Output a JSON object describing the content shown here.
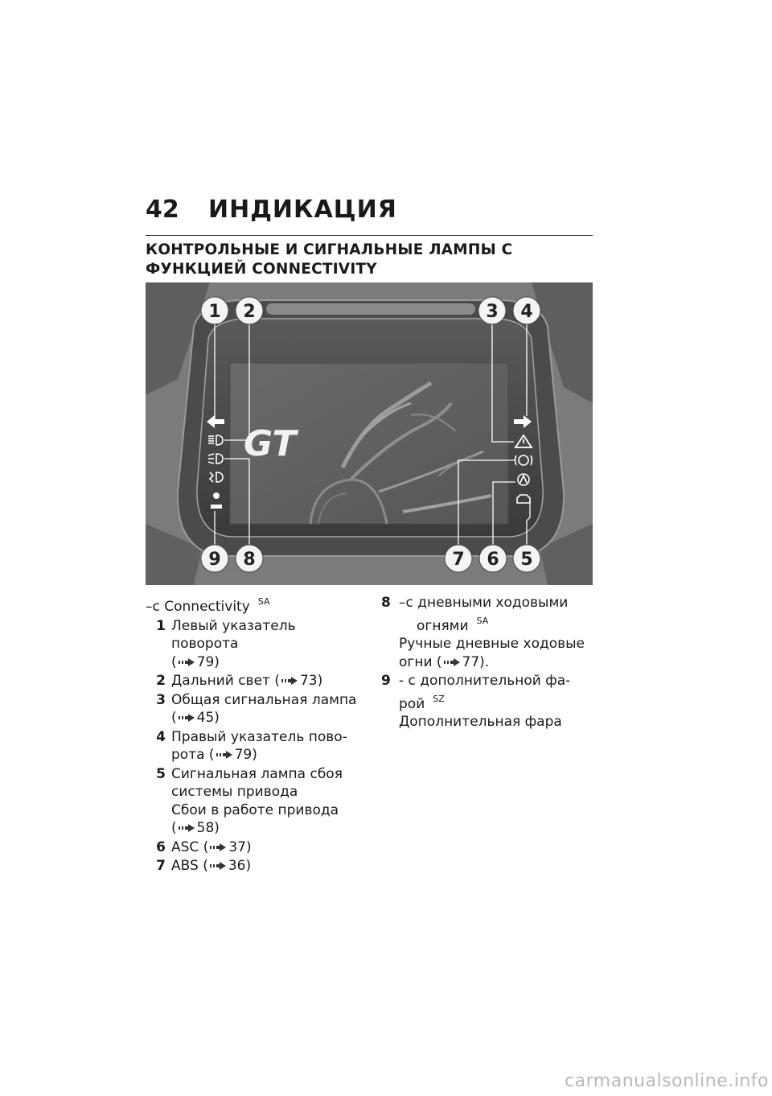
{
  "header": {
    "page_number": "42",
    "chapter_title": "ИНДИКАЦИЯ"
  },
  "section_title": "КОНТРОЛЬНЫЕ И СИГНАЛЬНЫЕ ЛАМПЫ С ФУНКЦИЕЙ CONNECTIVITY",
  "figure": {
    "callouts": [
      "1",
      "2",
      "3",
      "4",
      "5",
      "6",
      "7",
      "8",
      "9"
    ],
    "display_logo": "GT",
    "icons": [
      "left-turn-arrow-icon",
      "high-beam-icon",
      "daytime-running-light-icon",
      "auxiliary-light-icon",
      "indicator-icon",
      "right-turn-arrow-icon",
      "general-warning-icon",
      "abs-icon",
      "asc-icon",
      "drivetrain-fault-icon"
    ]
  },
  "left_column": {
    "condition": "–с Connectivity",
    "condition_sup": "SA",
    "items": [
      {
        "num": "1",
        "lines": [
          "Левый указатель поворота"
        ],
        "ref": "79)",
        "ref_prefix": "("
      },
      {
        "num": "2",
        "text": "Дальний свет  (",
        "ref": "73)"
      },
      {
        "num": "3",
        "lines": [
          "Общая сигнальная лампа"
        ],
        "ref": "45)",
        "ref_prefix": "("
      },
      {
        "num": "4",
        "lines": [
          "Правый указатель пово-",
          "рота  ("
        ],
        "ref": "79)"
      },
      {
        "num": "5",
        "lines": [
          "Сигнальная лампа сбоя",
          "системы привода",
          "Сбои в работе привода"
        ],
        "ref": "58)",
        "ref_prefix": "("
      },
      {
        "num": "6",
        "text": "ASC  (",
        "ref": "37)"
      },
      {
        "num": "7",
        "text": "ABS  (",
        "ref": "36)"
      }
    ]
  },
  "right_column": {
    "items": [
      {
        "num": "8",
        "cond_line1": "–с дневными ходовыми",
        "cond_line2": "огнями",
        "cond_sup": "SA",
        "desc_line1": "Ручные дневные ходовые",
        "desc_line2": "огни  (",
        "ref": "77)."
      },
      {
        "num": "9",
        "cond_line1": "- с дополнительной фа-",
        "cond_line2": "рой",
        "cond_sup": "SZ",
        "desc_line1": "Дополнительная фара"
      }
    ]
  },
  "footer": {
    "url": "carmanualsonline.info"
  }
}
